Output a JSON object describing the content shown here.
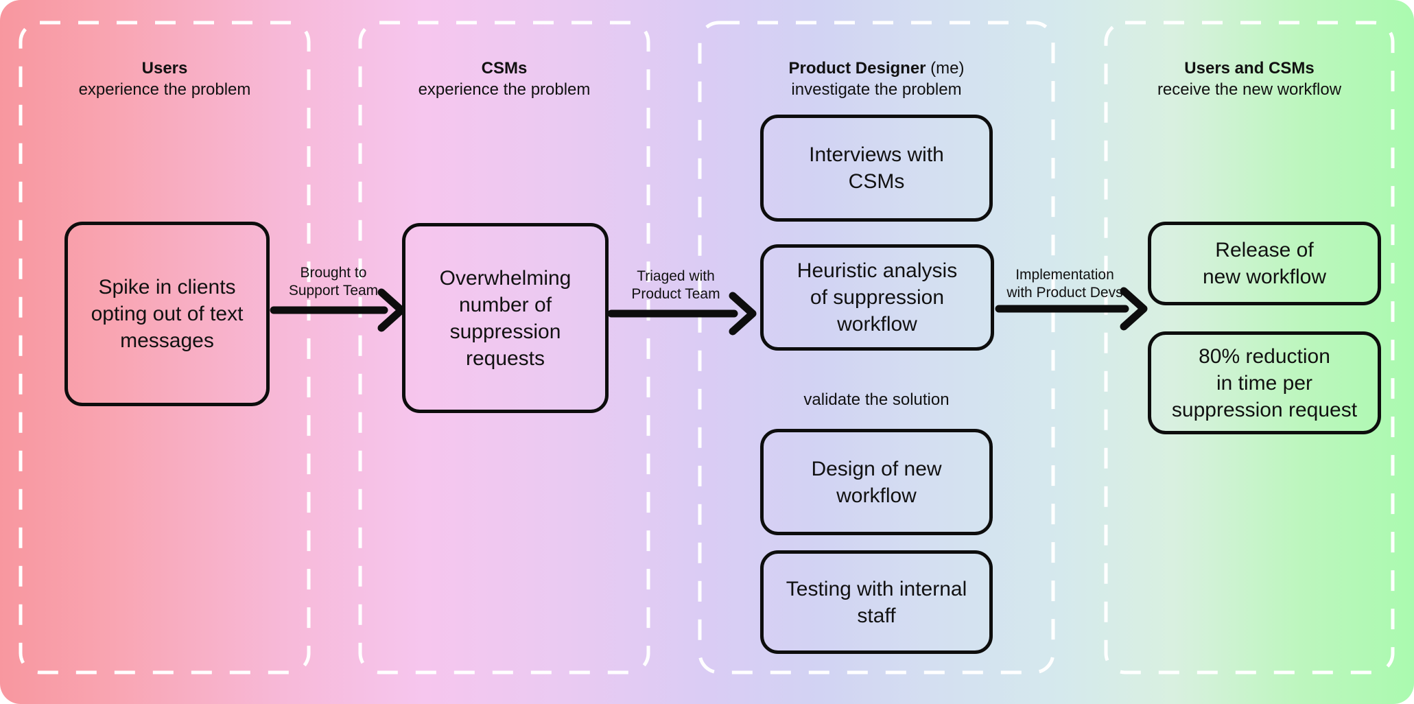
{
  "columns": [
    {
      "title_bold": "Users",
      "title_rest": "",
      "subtitle": "experience the problem"
    },
    {
      "title_bold": "CSMs",
      "title_rest": "",
      "subtitle": "experience the problem"
    },
    {
      "title_bold": "Product Designer",
      "title_rest": " (me)",
      "subtitle": "investigate the problem"
    },
    {
      "title_bold": "Users and CSMs",
      "title_rest": "",
      "subtitle": "receive the new workflow"
    }
  ],
  "boxes": {
    "spike": "Spike in clients\nopting out of text\nmessages",
    "overwhelming": "Overwhelming\nnumber of\nsuppression\nrequests",
    "interviews": "Interviews with\nCSMs",
    "heuristic": "Heuristic analysis\nof suppression\nworkflow",
    "design": "Design of new\nworkflow",
    "testing": "Testing with internal\nstaff",
    "release": "Release of\nnew workflow",
    "reduction": "80% reduction\nin time per\nsuppression request"
  },
  "arrows": [
    {
      "label": "Brought to\nSupport Team"
    },
    {
      "label": "Triaged with\nProduct Team"
    },
    {
      "label": "Implementation\nwith Product Devs"
    }
  ],
  "section_label": "validate the solution",
  "colors": {
    "gradient_left": "#F8979F",
    "gradient_middle": "#DACCF4",
    "gradient_right": "#AAFAAF",
    "box_border": "#0D0D0D",
    "dashed_border": "#FFFFFF",
    "text": "#111111"
  }
}
